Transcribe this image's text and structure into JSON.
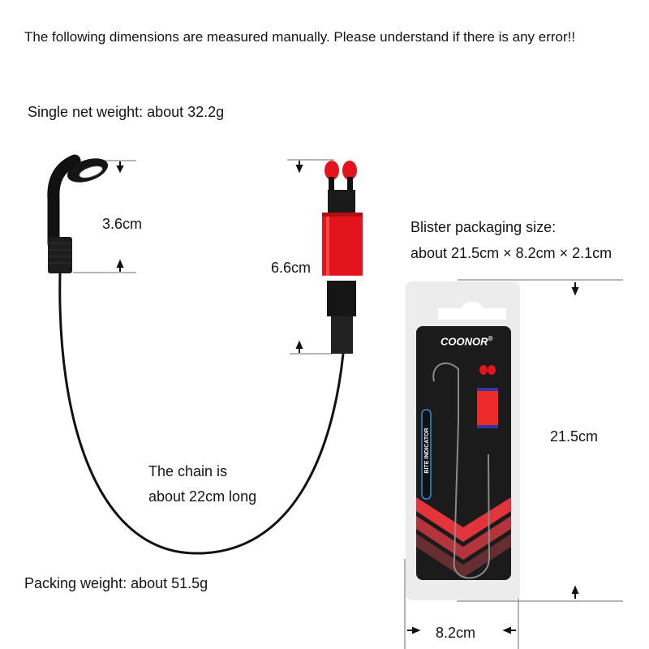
{
  "notice": "The following dimensions are measured manually. Please understand if there is any error!!",
  "single_weight": "Single net weight: about 32.2g",
  "swinger_head": {
    "dimension_label": "3.6cm"
  },
  "indicator_body": {
    "dimension_label": "6.6cm",
    "body_color": "#e3141b"
  },
  "chain": {
    "line1": "The chain is",
    "line2": "about 22cm long"
  },
  "packing_weight": "Packing weight: about 51.5g",
  "blister": {
    "title": "Blister packaging size:",
    "size": "about 21.5cm × 8.2cm × 2.1cm",
    "height_label": "21.5cm",
    "width_label": "8.2cm",
    "brand": "COONOR",
    "brand_mark": "®",
    "product_badge": "BITE INDICATOR"
  },
  "colors": {
    "accent_red": "#e3141b",
    "dimension_line": "#6e6e6e",
    "text": "#141414"
  }
}
